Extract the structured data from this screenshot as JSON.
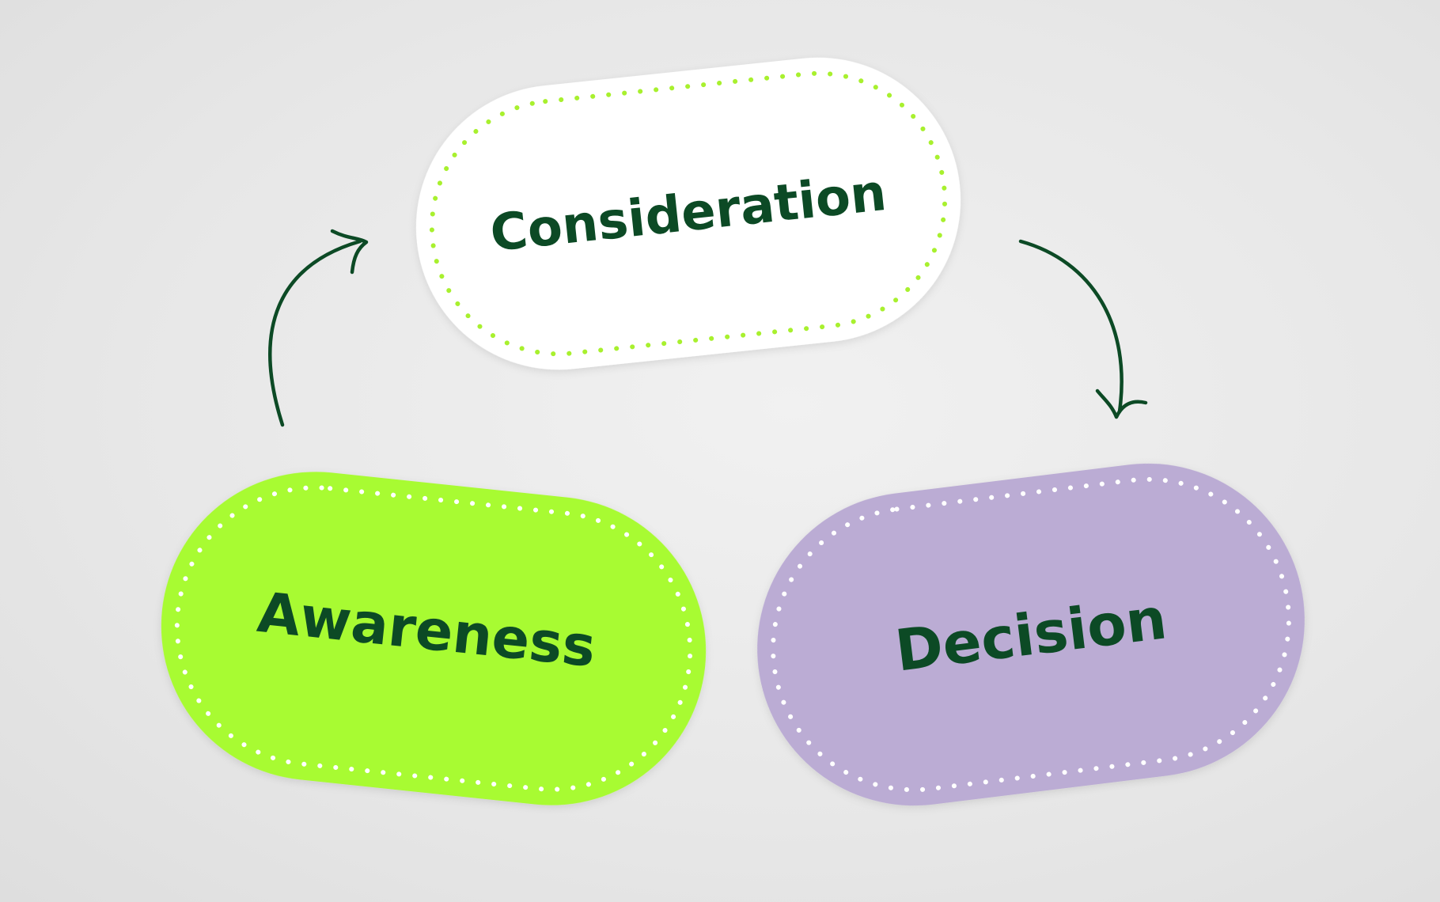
{
  "diagram": {
    "type": "cycle",
    "stages": [
      {
        "id": "consideration",
        "label": "Consideration",
        "fill": "#ffffff",
        "dots": "#a8f02e"
      },
      {
        "id": "awareness",
        "label": "Awareness",
        "fill": "#a8fb32",
        "dots": "#ffffff"
      },
      {
        "id": "decision",
        "label": "Decision",
        "fill": "#bbacd4",
        "dots": "#ffffff"
      }
    ],
    "connections": [
      {
        "from": "awareness",
        "to": "consideration"
      },
      {
        "from": "consideration",
        "to": "decision"
      }
    ],
    "colors": {
      "text": "#0c4a25",
      "arrow": "#0c4a25"
    }
  }
}
